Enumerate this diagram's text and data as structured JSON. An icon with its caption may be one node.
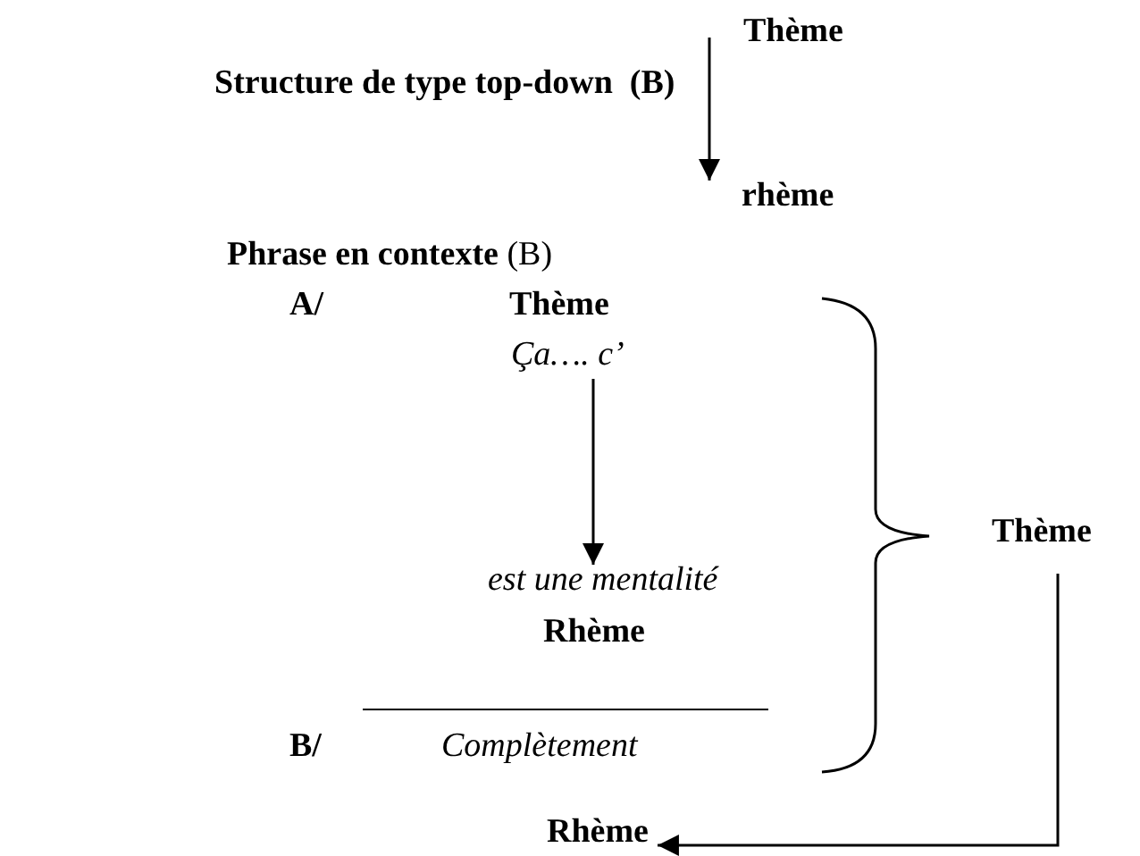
{
  "diagram": {
    "nodes": [
      {
        "text": [
          "Thème"
        ]
      },
      {
        "text": [
          "rhème"
        ]
      },
      {
        "text": [
          "Ça…. c’"
        ]
      },
      {
        "text": [
          "est une mentalité"
        ]
      },
      {
        "text": [
          "Thème"
        ]
      },
      {
        "text": [
          "Rhème"
        ]
      }
    ],
    "edges": [
      {
        "from": 0,
        "to": 1,
        "arrow": "to"
      },
      {
        "from": 2,
        "to": 3,
        "arrow": "to"
      },
      {
        "from": 4,
        "to": 5,
        "arrow": "to"
      }
    ],
    "labels": [
      "Structure de type top-down  (B)",
      "**Phrase en contexte** (B)",
      "A/",
      "Thème",
      "Rhème",
      "B/",
      "Complètement"
    ]
  }
}
